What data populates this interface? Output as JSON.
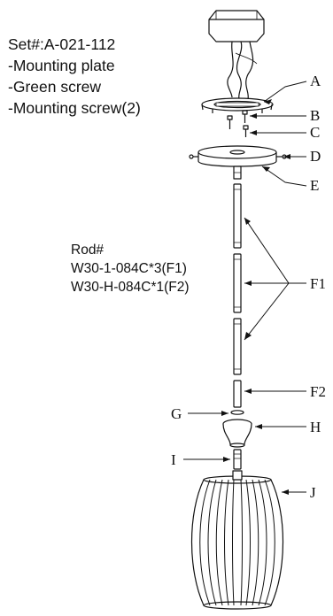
{
  "set_info": {
    "title": "Set#:A-021-112",
    "items": [
      "-Mounting plate",
      "-Green screw",
      "-Mounting screw(2)"
    ]
  },
  "rod_info": {
    "title": "Rod#",
    "lines": [
      "W30-1-084C*3(F1)",
      "W30-H-084C*1(F2)"
    ]
  },
  "callouts": [
    "A",
    "B",
    "C",
    "D",
    "E",
    "F1",
    "F2",
    "G",
    "H",
    "I",
    "J"
  ]
}
